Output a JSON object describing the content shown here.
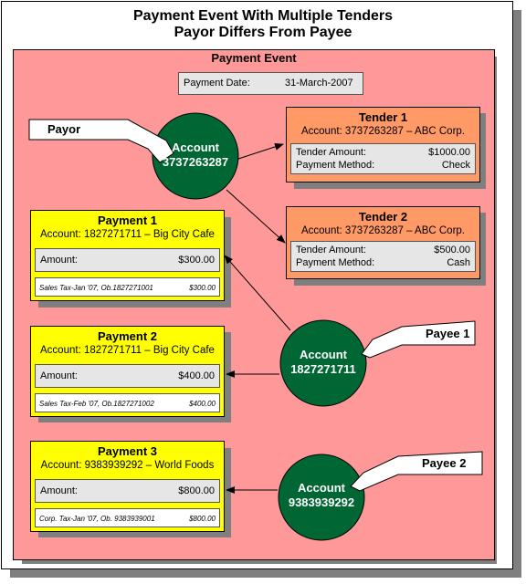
{
  "title_line1": "Payment Event With Multiple Tenders",
  "title_line2": "Payor Differs From Payee",
  "payment_event": {
    "label": "Payment Event",
    "date_label": "Payment Date:",
    "date_value": "31-March-2007"
  },
  "payor": {
    "label": "Payor",
    "account_label": "Account",
    "account_number": "3737263287"
  },
  "tenders": [
    {
      "title": "Tender 1",
      "account": "Account: 3737263287 – ABC Corp.",
      "amount_label": "Tender Amount:",
      "amount": "$1000.00",
      "method_label": "Payment Method:",
      "method": "Check"
    },
    {
      "title": "Tender 2",
      "account": "Account: 3737263287 – ABC Corp.",
      "amount_label": "Tender Amount:",
      "amount": "$500.00",
      "method_label": "Payment Method:",
      "method": "Cash"
    }
  ],
  "payments": [
    {
      "title": "Payment 1",
      "account": "Account: 1827271711 – Big City Cafe",
      "amount_label": "Amount:",
      "amount": "$300.00",
      "desc": "Sales Tax-Jan '07, Ob.1827271001",
      "desc_amount": "$300.00"
    },
    {
      "title": "Payment 2",
      "account": "Account: 1827271711 – Big City Cafe",
      "amount_label": "Amount:",
      "amount": "$400.00",
      "desc": "Sales Tax-Feb '07, Ob.1827271002",
      "desc_amount": "$400.00"
    },
    {
      "title": "Payment 3",
      "account": "Account: 9383939292 – World Foods",
      "amount_label": "Amount:",
      "amount": "$800.00",
      "desc": "Corp. Tax-Jan '07, Ob. 9383939001",
      "desc_amount": "$800.00"
    }
  ],
  "payees": [
    {
      "label": "Payee 1",
      "account_label": "Account",
      "account_number": "1827271711"
    },
    {
      "label": "Payee 2",
      "account_label": "Account",
      "account_number": "9383939292"
    }
  ],
  "colors": {
    "event_bg": "#ff9999",
    "payment_bg": "#ffff00",
    "tender_bg": "#ff9966",
    "account_circle": "#006633"
  }
}
